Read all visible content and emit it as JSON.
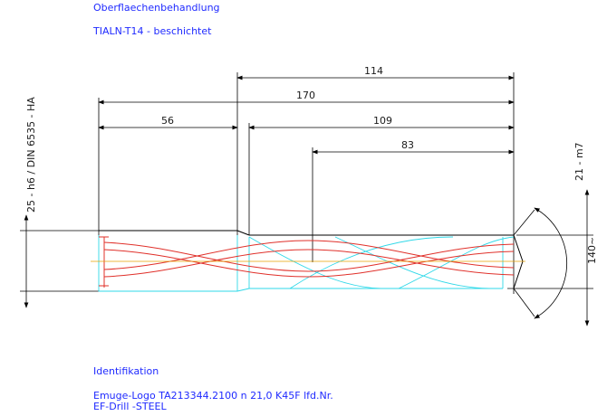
{
  "header": {
    "surface_label": "Oberflaechenbehandlung",
    "coating": "TIALN-T14    - beschichtet"
  },
  "footer": {
    "ident_label": "Identifikation",
    "ident_line1": "Emuge-Logo   TA213344.2100     n 21,0    K45F   lfd.Nr.",
    "ident_line2": "EF-Drill     -STEEL"
  },
  "dimensions": {
    "d114": "114",
    "d170": "170",
    "d56": "56",
    "d109": "109",
    "d83": "83",
    "shank": "25 - h6 / DIN 6535 - HA",
    "diameter": "21 - m7",
    "angle": "140~"
  },
  "colors": {
    "text": "#1f2aff",
    "outline": "#000000",
    "flute": "#e0302a",
    "helix": "#2fd8e8",
    "axis": "#e8a000"
  }
}
